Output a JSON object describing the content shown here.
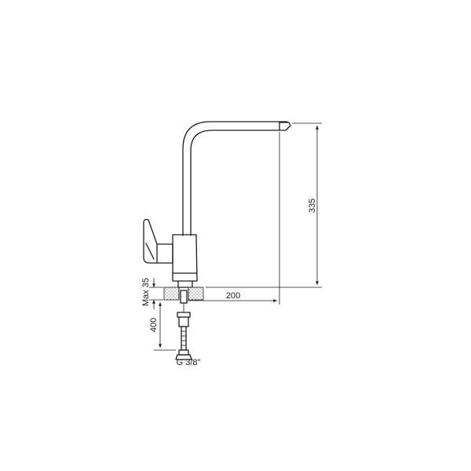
{
  "dimensions": {
    "spout_height": "335",
    "spout_reach": "200",
    "max_deck": "Max 35",
    "hose_length": "400",
    "thread": "G 3/8\""
  }
}
